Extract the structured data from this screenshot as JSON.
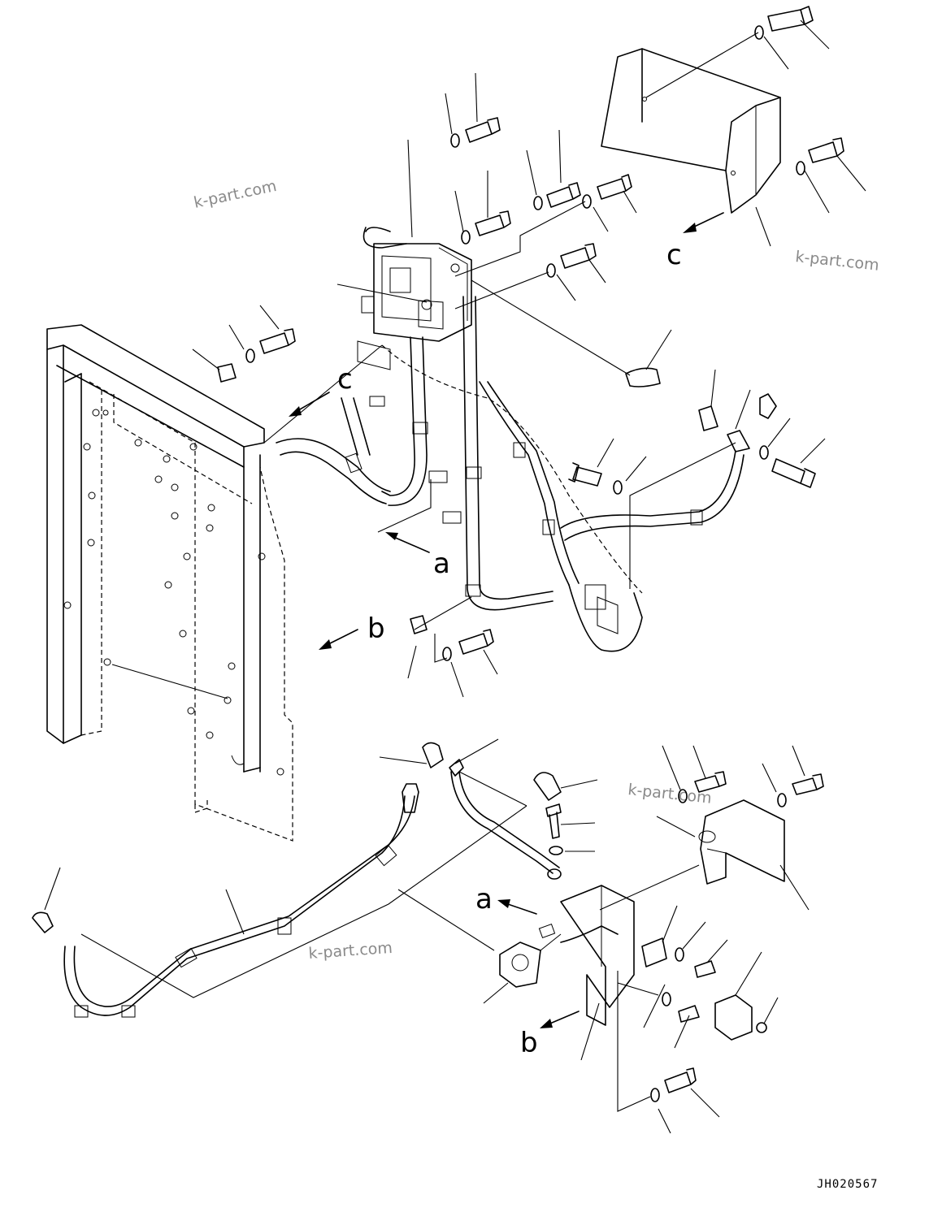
{
  "diagram": {
    "drawing_code": "JH020567",
    "watermark": "k-part.com",
    "view_labels": {
      "a": "a",
      "b": "b",
      "c": "c"
    }
  }
}
